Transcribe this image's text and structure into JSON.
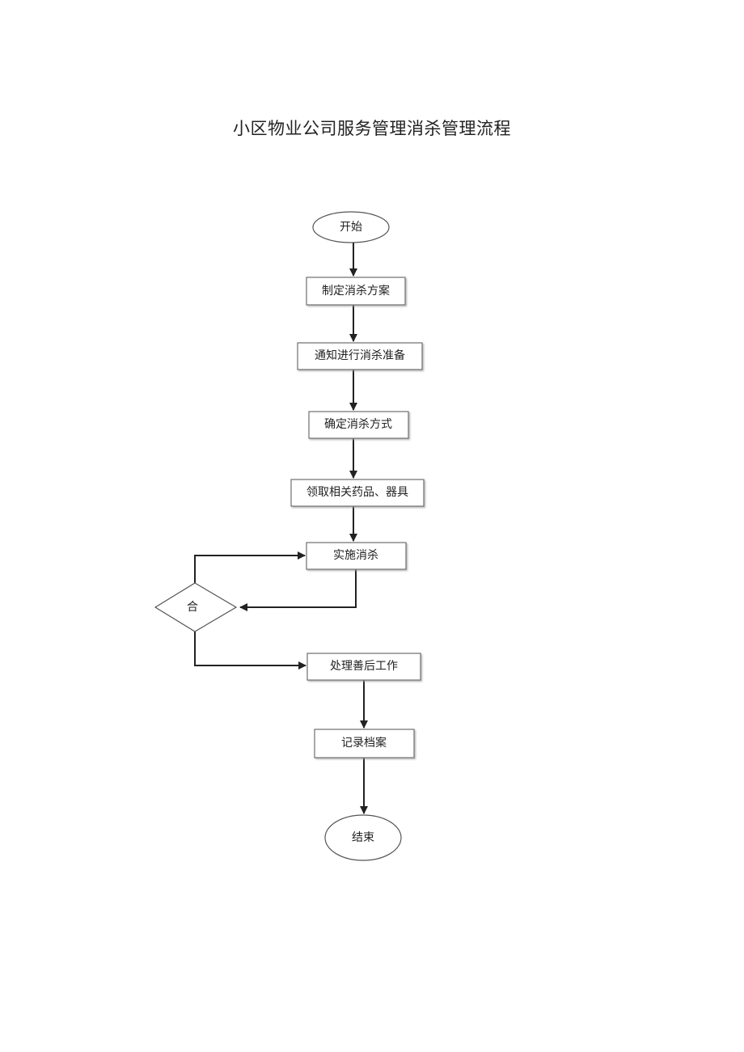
{
  "title": "小区物业公司服务管理消杀管理流程",
  "flow": {
    "start": "开始",
    "steps": {
      "plan": "制定消杀方案",
      "notify": "通知进行消杀准备",
      "method": "确定消杀方式",
      "supplies": "领取相关药品、器具",
      "execute": "实施消杀",
      "aftercare": "处理善后工作",
      "archive": "记录档案"
    },
    "decision": "合",
    "end": "结束"
  }
}
